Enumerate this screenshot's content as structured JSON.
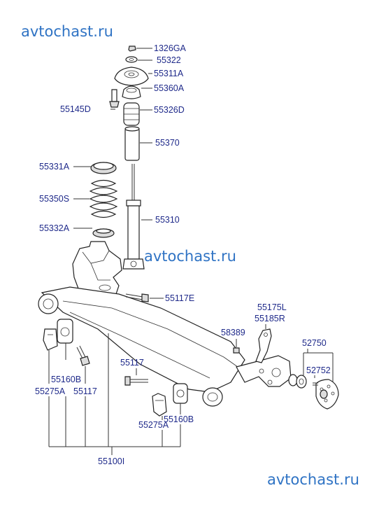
{
  "watermarks": {
    "top_left": "avtochast.ru",
    "middle": "avtochast.ru",
    "bottom_right": "avtochast.ru"
  },
  "callouts": {
    "c1326GA": "1326GA",
    "c55322": "55322",
    "c55311A": "55311A",
    "c55360A": "55360A",
    "c55145D": "55145D",
    "c55326D": "55326D",
    "c55370": "55370",
    "c55331A": "55331A",
    "c55350S": "55350S",
    "c55310": "55310",
    "c55332A": "55332A",
    "c55117E": "55117E",
    "c55175L": "55175L",
    "c55185R": "55185R",
    "c58389": "58389",
    "c52750": "52750",
    "c52752": "52752",
    "c55117_right": "55117",
    "c55160B_left": "55160B",
    "c55275A_left": "55275A",
    "c55117_left": "55117",
    "c55160B_right": "55160B",
    "c55275A_right": "55275A",
    "c55100I": "55100I"
  }
}
